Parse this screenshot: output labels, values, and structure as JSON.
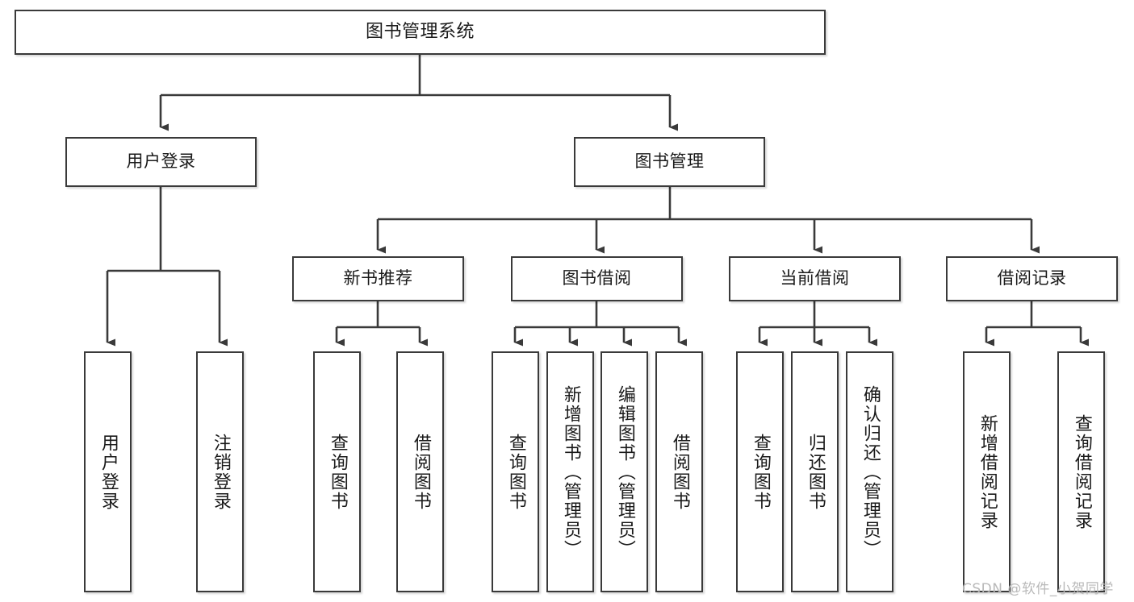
{
  "diagram": {
    "title": "图书管理系统",
    "type": "hierarchy-tree",
    "root": {
      "label": "图书管理系统"
    },
    "level1": [
      {
        "label": "用户登录"
      },
      {
        "label": "图书管理"
      }
    ],
    "level2": [
      {
        "label": "新书推荐"
      },
      {
        "label": "图书借阅"
      },
      {
        "label": "当前借阅"
      },
      {
        "label": "借阅记录"
      }
    ],
    "leaves": {
      "user_login": [
        {
          "label": "用户登录"
        },
        {
          "label": "注销登录"
        }
      ],
      "new_book_recommend": [
        {
          "label": "查询图书"
        },
        {
          "label": "借阅图书"
        }
      ],
      "book_borrow": [
        {
          "label": "查询图书"
        },
        {
          "label": "新增图书（管理员）"
        },
        {
          "label": "编辑图书（管理员）"
        },
        {
          "label": "借阅图书"
        }
      ],
      "current_borrow": [
        {
          "label": "查询图书"
        },
        {
          "label": "归还图书"
        },
        {
          "label": "确认归还（管理员）"
        }
      ],
      "borrow_record": [
        {
          "label": "新增借阅记录"
        },
        {
          "label": "查询借阅记录"
        }
      ]
    }
  },
  "watermark": {
    "text": "CSDN @软件_小贺同学"
  },
  "colors": {
    "border": "#3a3a3a",
    "background": "#ffffff",
    "text": "#1a1a1a",
    "connector": "#3a3a3a",
    "watermark": "#b9b9b9"
  }
}
